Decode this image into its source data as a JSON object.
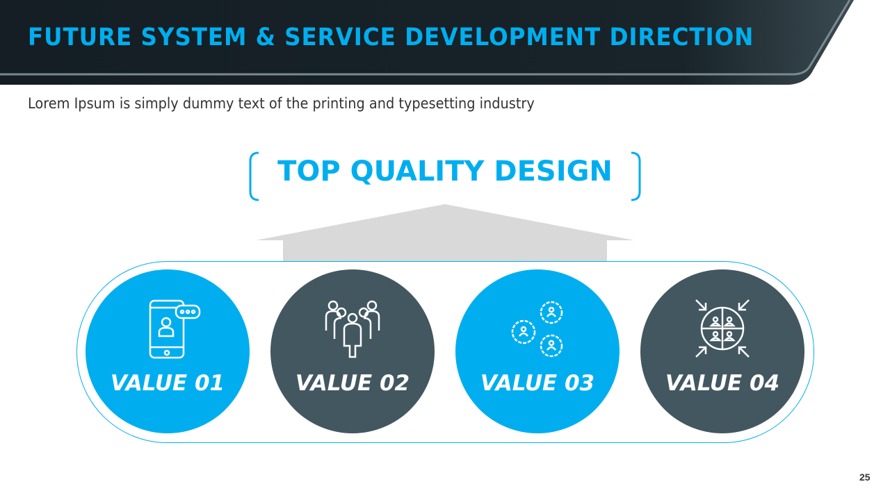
{
  "slide": {
    "title": "FUTURE SYSTEM & SERVICE DEVELOPMENT DIRECTION",
    "subtitle": "Lorem Ipsum is simply dummy text of the printing and typesetting industry",
    "headline": "TOP QUALITY DESIGN",
    "page_number": "25"
  },
  "values": [
    {
      "label": "VALUE 01",
      "icon": "smartphone-chat-icon",
      "color": "#00aeef"
    },
    {
      "label": "VALUE 02",
      "icon": "team-group-icon",
      "color": "#435761"
    },
    {
      "label": "VALUE 03",
      "icon": "gears-people-icon",
      "color": "#00aeef"
    },
    {
      "label": "VALUE 04",
      "icon": "converging-people-icon",
      "color": "#435761"
    }
  ],
  "colors": {
    "accent": "#00aeef",
    "dark": "#435761",
    "header": "#141e24"
  }
}
